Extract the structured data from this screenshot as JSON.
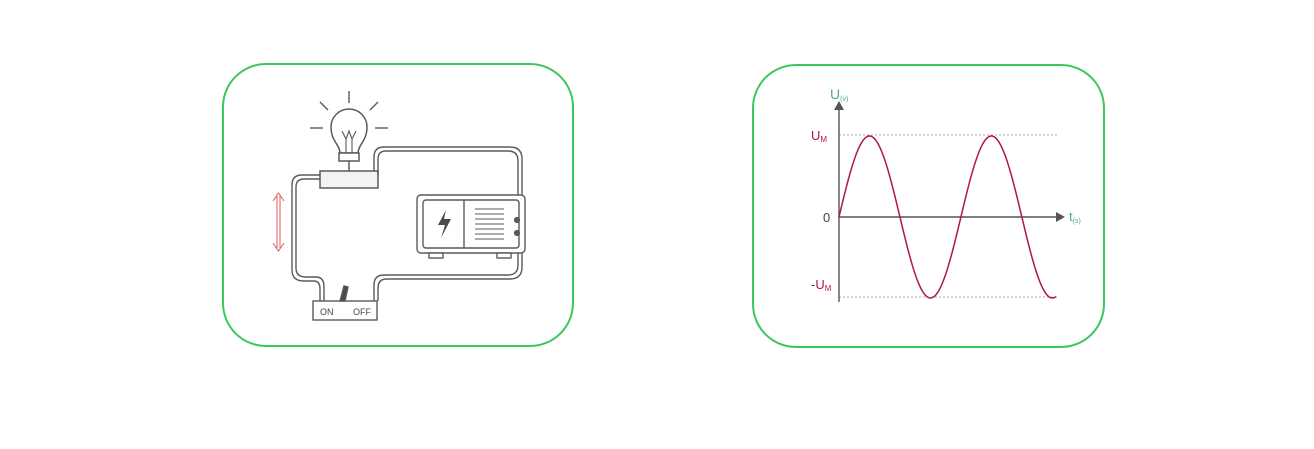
{
  "circuit": {
    "switch_on_label": "ON",
    "switch_off_label": "OFF"
  },
  "graph": {
    "y_axis_symbol": "U",
    "y_axis_unit": "(v)",
    "x_axis_symbol": "t",
    "x_axis_unit": "(s)",
    "origin_label": "0",
    "max_symbol": "U",
    "max_subscript": "M",
    "min_prefix": "-U",
    "min_subscript": "M",
    "axis_label_color": "#5aa88a",
    "curve_color": "#b0154f",
    "marker_label_color": "#b0154f",
    "accent_color": "#3cc75a"
  }
}
